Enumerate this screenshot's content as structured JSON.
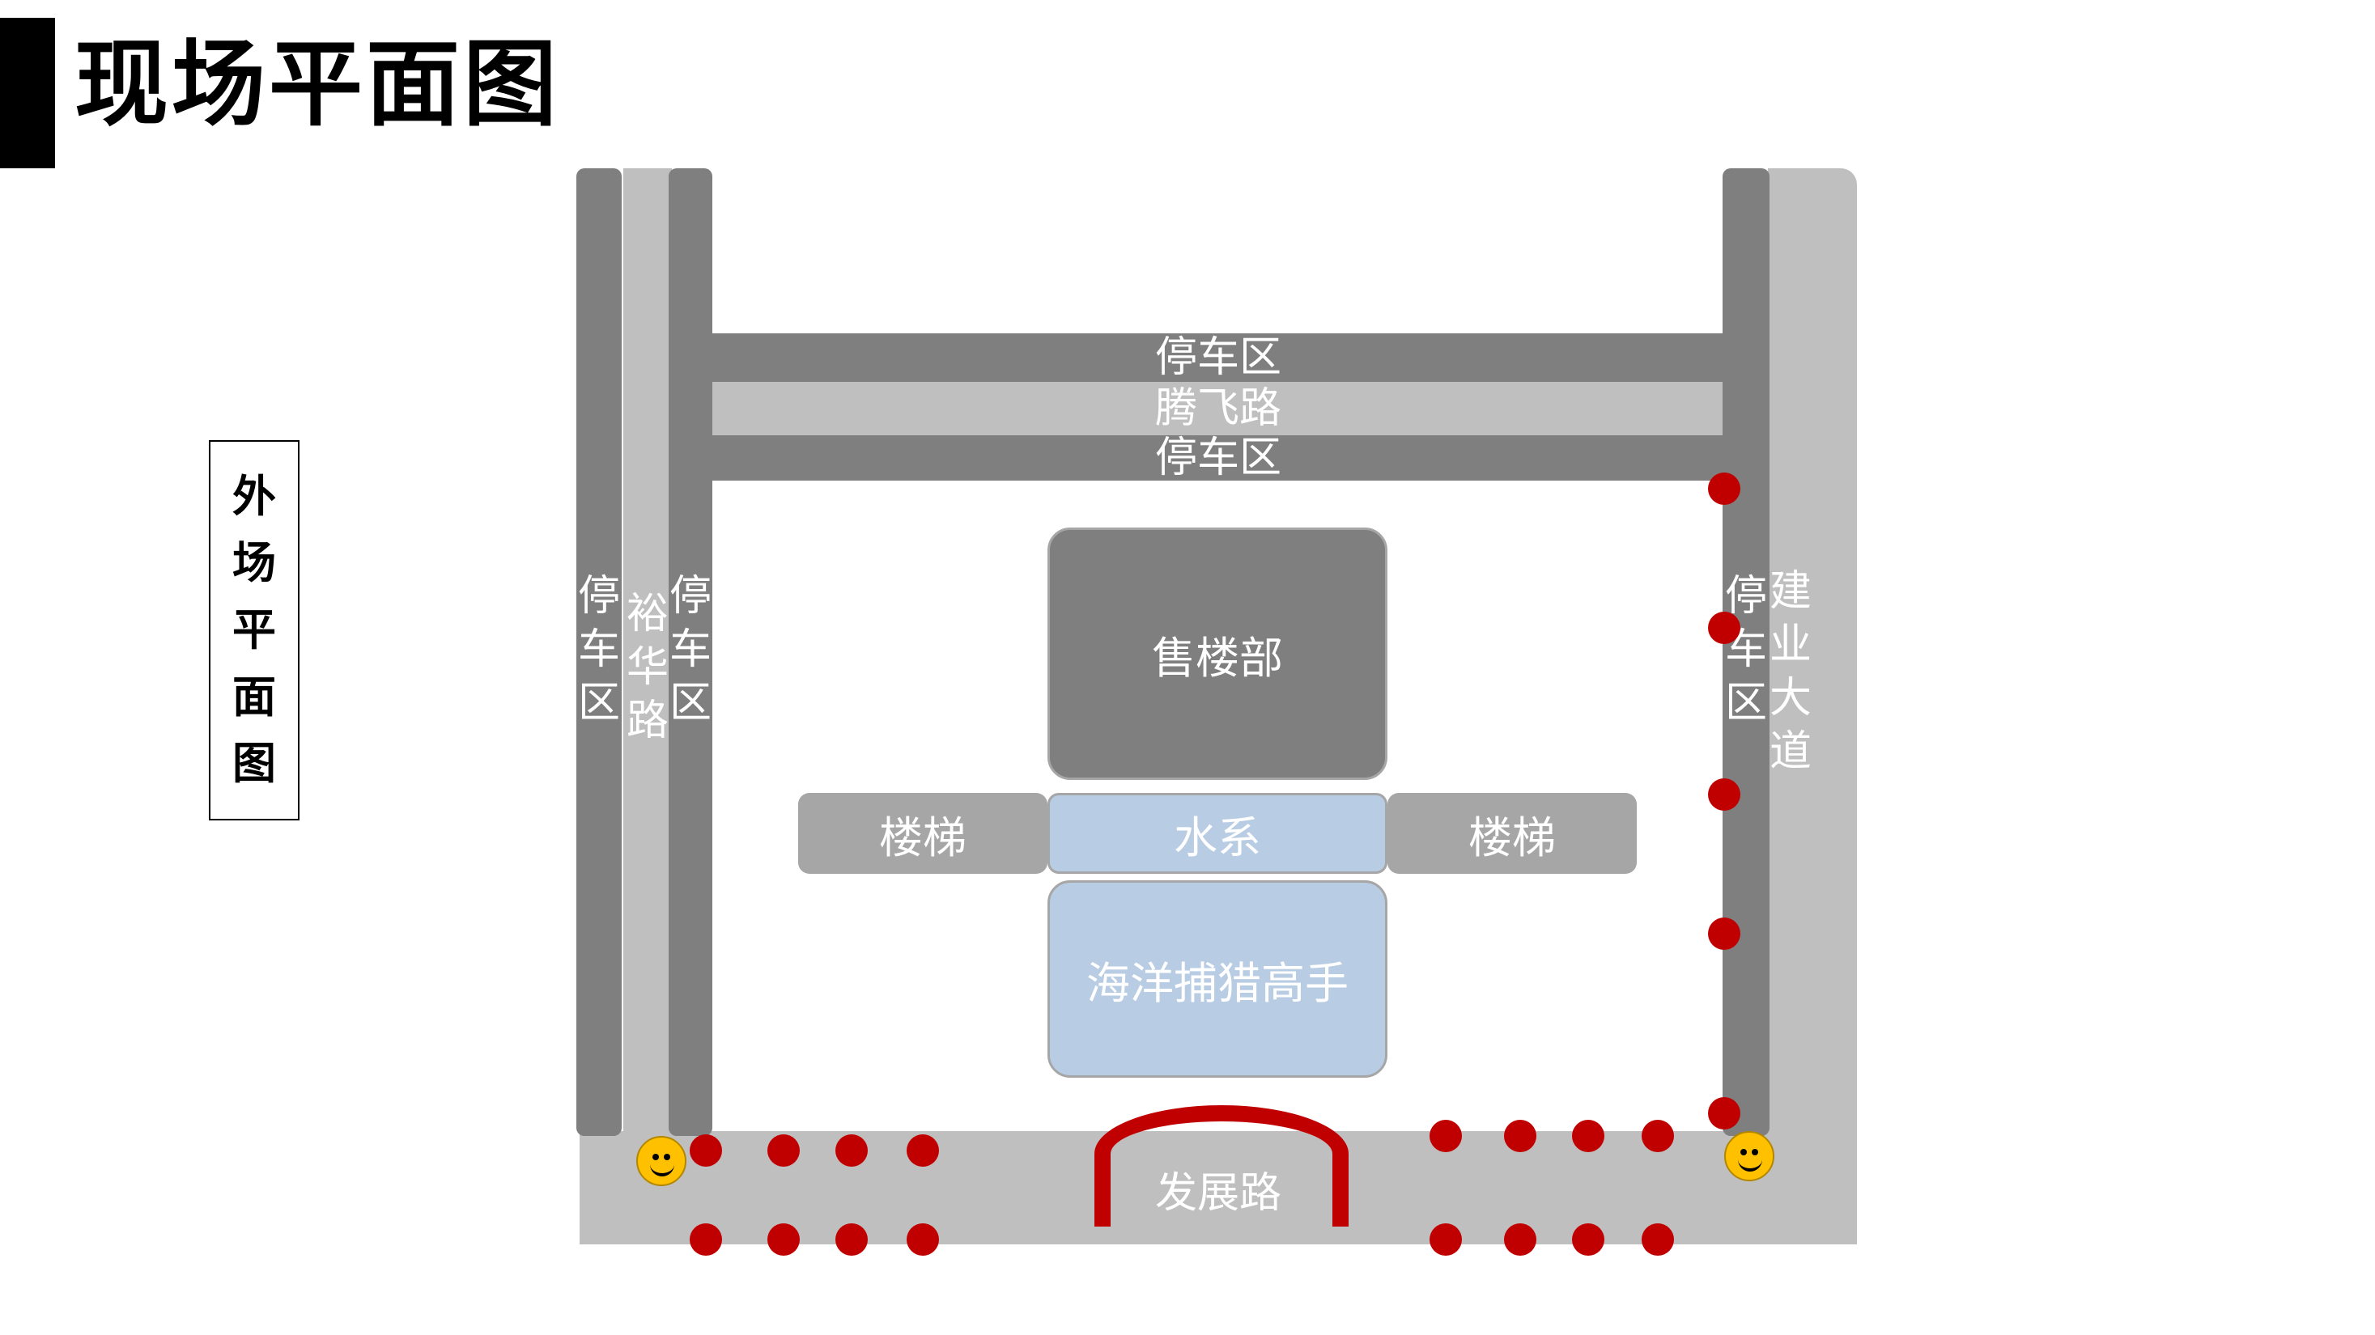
{
  "header": {
    "title": "现场平面图"
  },
  "side_label": {
    "chars": [
      "外",
      "场",
      "平",
      "面",
      "图"
    ]
  },
  "roads": {
    "top_parking_upper": "停车区",
    "tengfei_road": "腾飞路",
    "top_parking_lower": "停车区",
    "left_parking_outer": [
      "停",
      "车",
      "区"
    ],
    "yuhua_road": [
      "裕",
      "华",
      "路"
    ],
    "left_parking_inner": [
      "停",
      "车",
      "区"
    ],
    "right_parking": [
      "停",
      "车",
      "区"
    ],
    "jianye_avenue": [
      "建",
      "业",
      "大",
      "道"
    ],
    "fazhan_road": "发展路"
  },
  "buildings": {
    "sales_office": "售楼部",
    "stair_left": "楼梯",
    "water_feature": "水系",
    "stair_right": "楼梯",
    "ocean_hunter": "海洋捕猎高手"
  },
  "colors": {
    "light_road": "#bfbfbf",
    "dark_parking": "#7f7f7f",
    "sales_office": "#7f7f7f",
    "stair": "#a6a6a6",
    "water": "#b8cce4",
    "marker": "#c00000",
    "smiley": "#ffc000"
  },
  "icons": {
    "marker": "red-dot-icon",
    "staff": "smiley-face-icon",
    "entrance": "arch-icon"
  }
}
